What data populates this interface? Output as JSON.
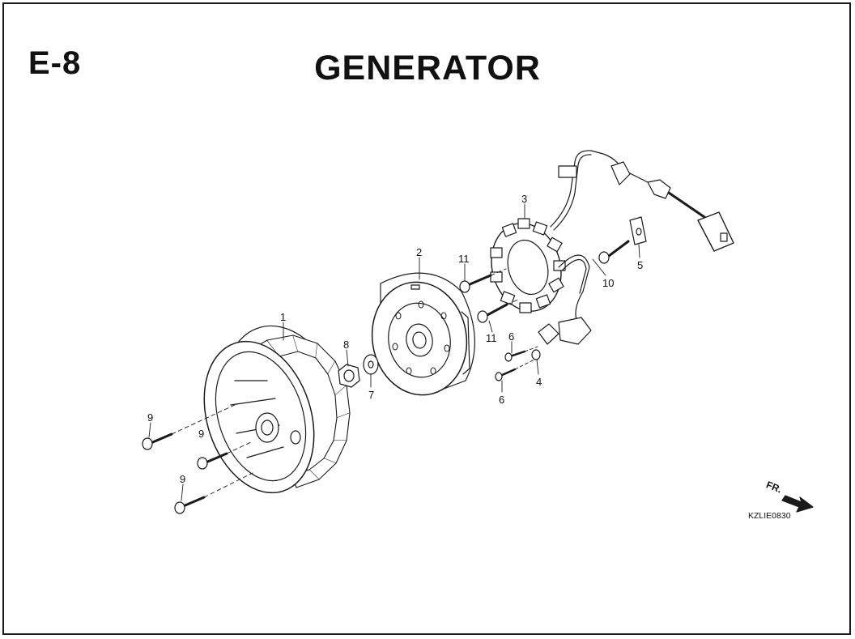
{
  "header": {
    "section_code": "E-8",
    "title": "GENERATOR"
  },
  "callouts": [
    {
      "id": "c1",
      "label": "1"
    },
    {
      "id": "c2",
      "label": "2"
    },
    {
      "id": "c3",
      "label": "3"
    },
    {
      "id": "c4",
      "label": "4"
    },
    {
      "id": "c5",
      "label": "5"
    },
    {
      "id": "c6a",
      "label": "6"
    },
    {
      "id": "c6b",
      "label": "6"
    },
    {
      "id": "c7",
      "label": "7"
    },
    {
      "id": "c8",
      "label": "8"
    },
    {
      "id": "c9a",
      "label": "9"
    },
    {
      "id": "c9b",
      "label": "9"
    },
    {
      "id": "c9c",
      "label": "9"
    },
    {
      "id": "c10",
      "label": "10"
    },
    {
      "id": "c11a",
      "label": "11"
    },
    {
      "id": "c11b",
      "label": "11"
    }
  ],
  "direction_indicator": {
    "label": "FR."
  },
  "diagram_code": "KZLIE0830",
  "colors": {
    "line": "#1a1a1a",
    "fill": "#ffffff",
    "shade": "#d9d9d9"
  }
}
